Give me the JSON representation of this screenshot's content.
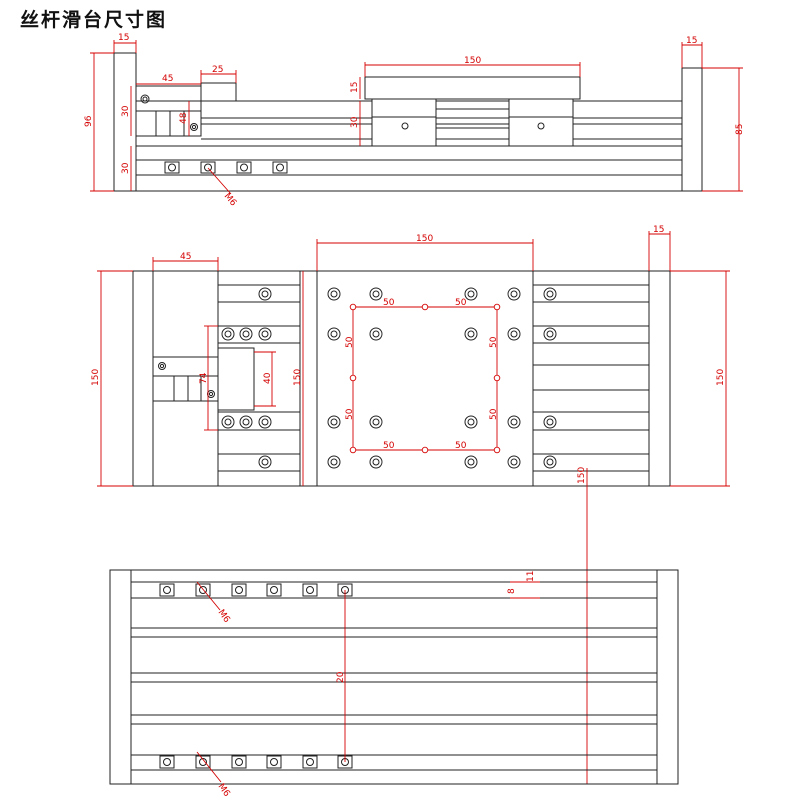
{
  "title": "丝杆滑台尺寸图",
  "side_view": {
    "dim_end_plate_left": "15",
    "dim_end_plate_right": "15",
    "dim_motor_mount": "45",
    "dim_coupler": "25",
    "dim_carriage_width": "150",
    "dim_carriage_top": "15",
    "dim_rail_height": "30",
    "dim_block_height": "30",
    "dim_small": "48",
    "dim_base_height": "30",
    "dim_total_height": "96",
    "dim_right_height": "85",
    "dim_thread": "M6"
  },
  "top_view": {
    "dim_motor_mount": "45",
    "dim_carriage_width": "150",
    "dim_end_plate": "15",
    "dim_hole_pitch_top_left": "50",
    "dim_hole_pitch_top_right": "50",
    "dim_hole_pitch_bottom_left": "50",
    "dim_hole_pitch_bottom_right": "50",
    "dim_side_pitch_left_upper": "50",
    "dim_side_pitch_left_lower": "50",
    "dim_side_pitch_right_upper": "50",
    "dim_side_pitch_right_lower": "50",
    "dim_width_left": "150",
    "dim_width_right": "150",
    "dim_width_inner": "150",
    "dim_motor_block": "74",
    "dim_motor_inner": "40",
    "dim_vertical_150": "150"
  },
  "bottom_view": {
    "dim_slot_11": "11",
    "dim_slot_8": "8",
    "dim_thread_top": "M6",
    "dim_thread_bottom": "M6",
    "dim_hole_spacing": "20"
  }
}
